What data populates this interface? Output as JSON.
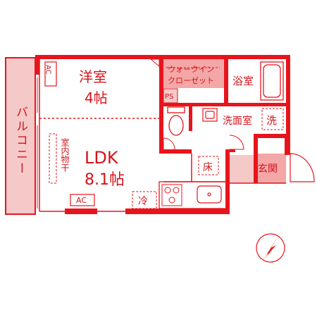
{
  "colors": {
    "wall": "#e8141c",
    "text": "#d4141b",
    "fill_light": "#f6c9c9",
    "fill_mid": "#f4a7a7",
    "background": "#ffffff"
  },
  "rooms": {
    "western_room": {
      "name": "洋室",
      "size": "4帖"
    },
    "ldk": {
      "name": "LDK",
      "size": "8.1帖"
    },
    "balcony": {
      "name": "バルコニー"
    },
    "walk_in_closet": {
      "line1": "ウォークイン",
      "line2": "クローゼット"
    },
    "bathroom": {
      "name": "浴室"
    },
    "washroom": {
      "name": "洗面室"
    },
    "entrance": {
      "name": "玄関"
    },
    "indoor_drying": {
      "name": "室内物干"
    }
  },
  "fixtures": {
    "ac_upper": "AC",
    "ac_lower": "AC",
    "pipe_space": "PS",
    "washer": "洗",
    "floor_storage": "床",
    "fridge": "冷"
  },
  "icons": {
    "north_arrow": "north-arrow-icon",
    "stove": "stove-icon",
    "toilet": "toilet-icon",
    "bathtub": "bathtub-icon"
  }
}
